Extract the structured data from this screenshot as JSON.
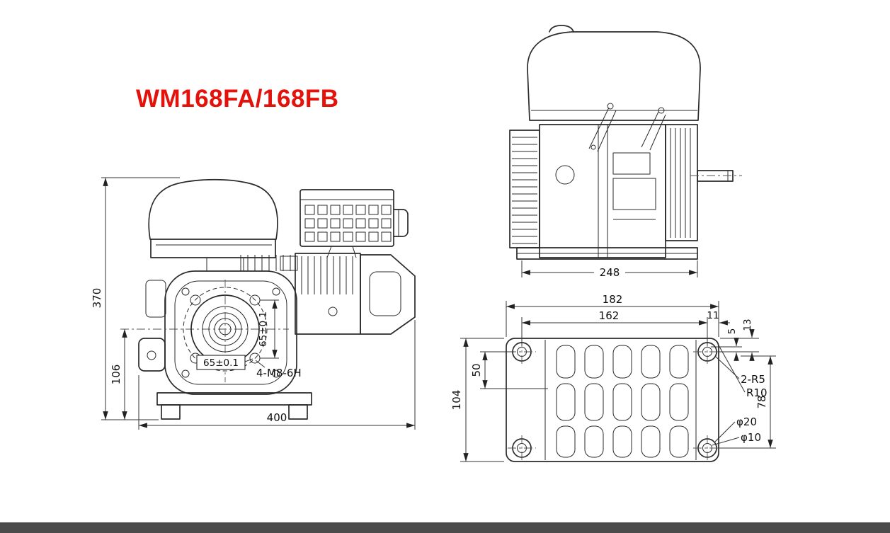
{
  "title": "WM168FA/168FB",
  "colors": {
    "title_red": "#e3120b",
    "line": "#2a2a2a",
    "background": "#ffffff",
    "footer_bar": "#4b4b4b"
  },
  "front_view": {
    "name": "engine front view",
    "dims": {
      "overall_height": "370",
      "shaft_center_height": "106",
      "overall_width": "400",
      "bolt_spacing_vertical": "65±0.1",
      "bolt_spacing_horizontal": "65±0.1",
      "mount_thread": "4-M8-6H"
    }
  },
  "side_view": {
    "name": "engine side view",
    "dims": {
      "overall_depth": "248"
    }
  },
  "base_view": {
    "name": "mounting base view",
    "dims": {
      "base_width": "182",
      "hole_pitch_width": "162",
      "edge_offset": "11",
      "corner_offset": "13",
      "slot_offset": "5",
      "hole_to_edge": "50",
      "base_depth": "104",
      "hole_pitch_depth": "78",
      "corner_radius": "2-R5",
      "fillet_radius": "R10",
      "hole_outer": "φ20",
      "hole_inner": "φ10"
    }
  }
}
